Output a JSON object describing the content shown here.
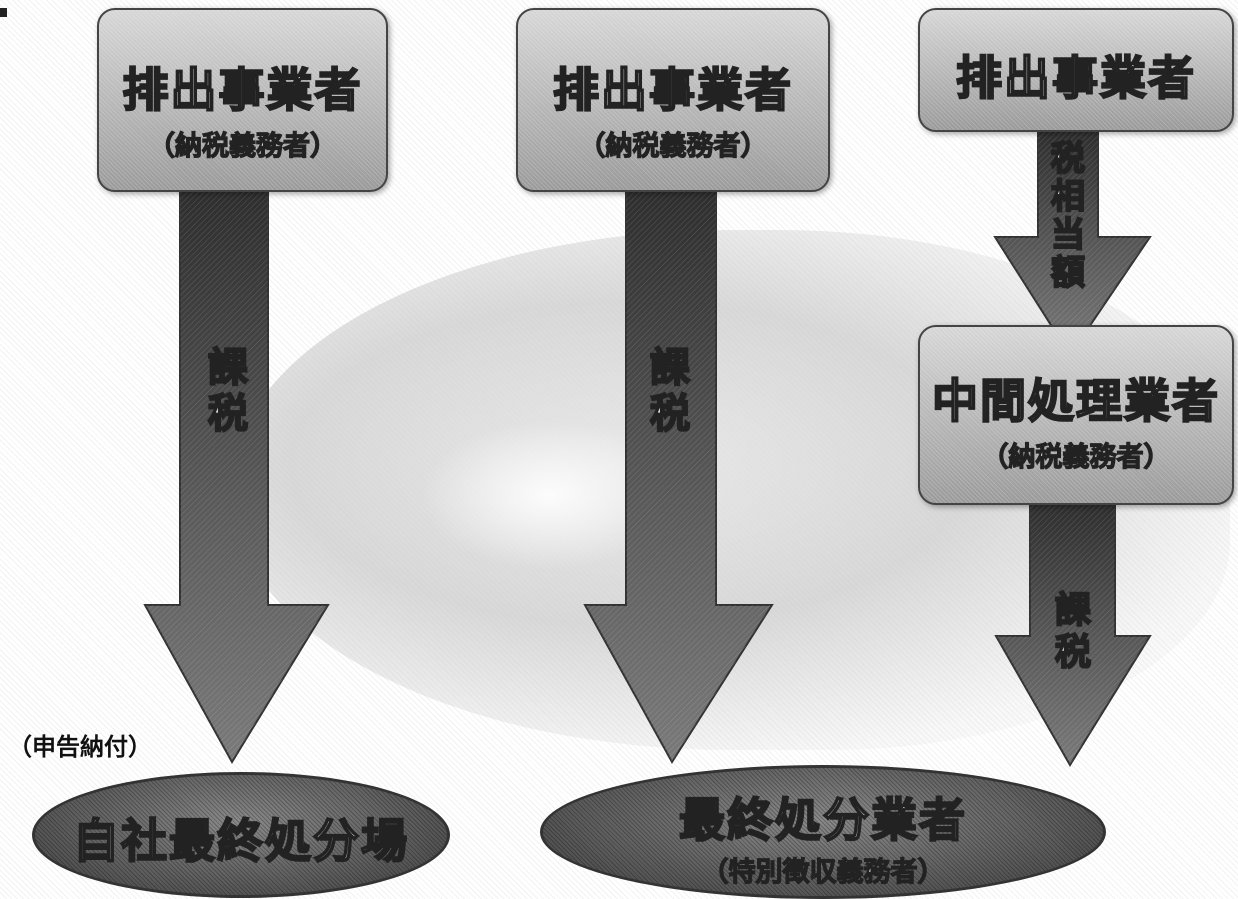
{
  "left": {
    "box_title": "排出事業者",
    "box_sub": "（納税義務者）",
    "arrow_chars": [
      "課",
      "税"
    ],
    "note": "（申告納付）",
    "ellipse_title": "自社最終処分場"
  },
  "center": {
    "box_title": "排出事業者",
    "box_sub": "（納税義務者）",
    "arrow_chars": [
      "課",
      "税"
    ],
    "ellipse_title": "最終処分業者",
    "ellipse_sub": "（特別徴収義務者）"
  },
  "right": {
    "top_box_title": "排出事業者",
    "upper_arrow_chars": [
      "税",
      "相",
      "当",
      "額"
    ],
    "middle_box_title": "中間処理業者",
    "middle_box_sub": "（納税義務者）",
    "lower_arrow_chars": [
      "課",
      "税"
    ]
  },
  "colors": {
    "box_fill": "#b8b8b8",
    "arrow_fill": "#4a4a4a",
    "ellipse_fill": "#555555",
    "text_fill": "#ffffff"
  }
}
